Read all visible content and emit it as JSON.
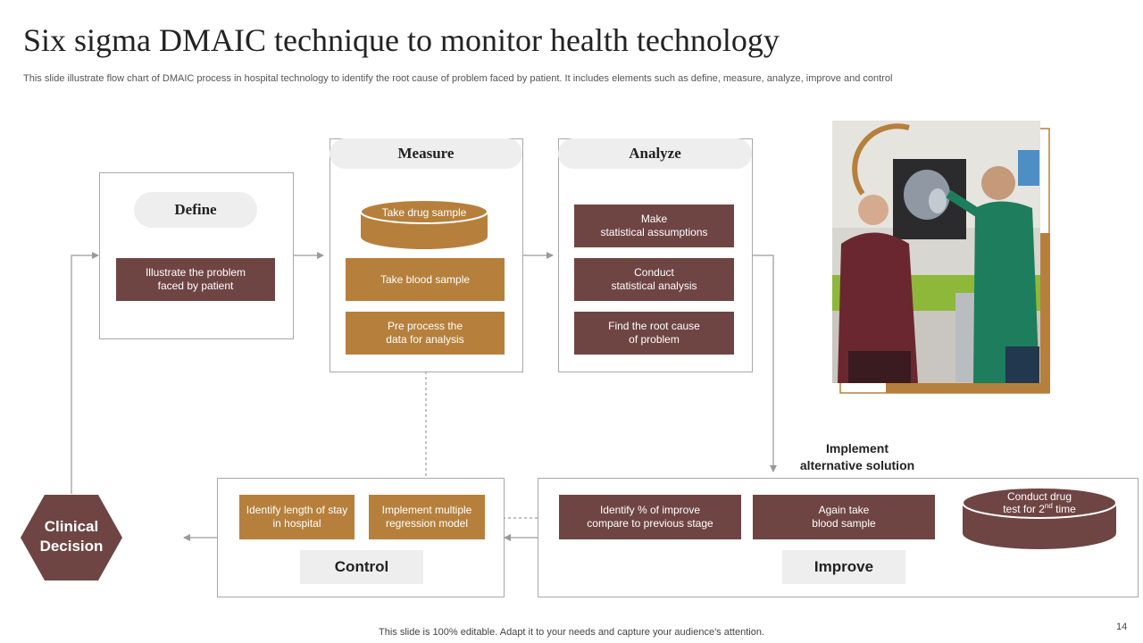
{
  "title": "Six sigma DMAIC technique to monitor health technology",
  "subtitle": "This slide illustrate flow chart of DMAIC  process in hospital technology to identify the root cause of problem faced by patient. It includes elements such as define, measure, analyze, improve and control",
  "define": {
    "label": "Define",
    "steps": [
      "Illustrate the problem\nfaced by patient"
    ]
  },
  "measure": {
    "label": "Measure",
    "cylinder": "Take drug sample",
    "steps": [
      "Take blood sample",
      "Pre process the\ndata for analysis"
    ]
  },
  "analyze": {
    "label": "Analyze",
    "steps": [
      "Make\nstatistical assumptions",
      "Conduct\nstatistical analysis",
      "Find the root cause\nof problem"
    ]
  },
  "implement_label": "Implement\nalternative solution",
  "improve": {
    "label": "Improve",
    "steps": [
      "Identify % of improve\ncompare to previous stage",
      "Again take\nblood sample"
    ],
    "cylinder_text": "Conduct drug\ntest for 2",
    "cylinder_sup": "nd",
    "cylinder_suffix": " time"
  },
  "control": {
    "label": "Control",
    "steps": [
      "Identify length of stay\nin hospital",
      "Implement multiple\nregression model"
    ]
  },
  "decision": "Clinical\nDecision",
  "footer": "This slide is 100% editable. Adapt it to your needs and capture your audience's attention.",
  "page_number": "14",
  "colors": {
    "brown": "#6e4543",
    "gold": "#b6803c",
    "pill": "#eeeeee"
  }
}
